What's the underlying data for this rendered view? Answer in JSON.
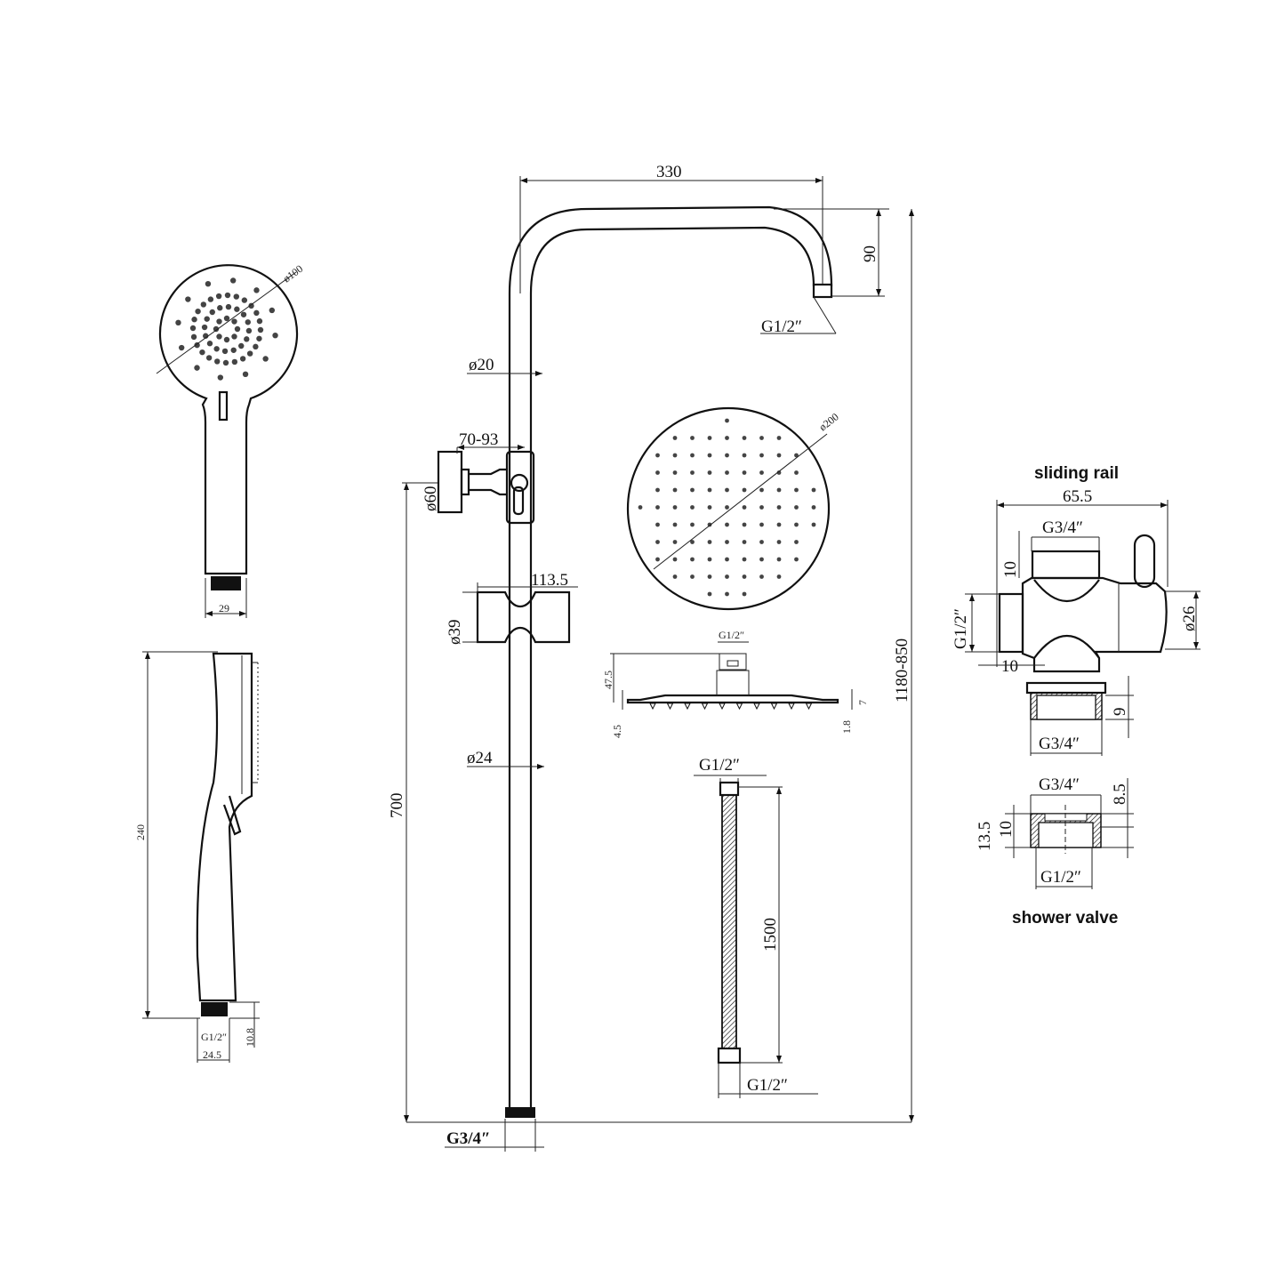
{
  "hand_shower_front": {
    "diameter": "ø100",
    "neck_width": "29"
  },
  "hand_shower_side": {
    "length": "240",
    "thread": "G1/2″",
    "thread_width": "24.5",
    "thread_height": "10.8"
  },
  "riser": {
    "arm_reach": "330",
    "arm_drop": "90",
    "arm_thread": "G1/2″",
    "pipe_diameter_top": "ø20",
    "bracket_offset": "70-93",
    "bracket_diameter": "ø60",
    "holder_width": "113.5",
    "holder_diameter": "ø39",
    "pipe_diameter_bottom": "ø24",
    "bracket_height": "700",
    "total_height": "1180-850",
    "inlet_thread": "G3/4″"
  },
  "rain_head": {
    "diameter": "ø200",
    "thread": "G1/2″",
    "height": "47.5",
    "edge": "4.5",
    "plate": "7",
    "nozzle": "1.8"
  },
  "hose": {
    "top_thread": "G1/2″",
    "length": "1500",
    "bottom_thread": "G1/2″"
  },
  "sliding_rail": {
    "title": "sliding rail",
    "width": "65.5",
    "top_thread": "G3/4″",
    "top_height": "10",
    "side_thread": "G1/2″",
    "side_length": "10",
    "diameter": "ø26",
    "nut_height": "9",
    "bottom_thread": "G3/4″"
  },
  "shower_valve": {
    "title": "shower valve",
    "top_thread": "G3/4″",
    "top_height": "8.5",
    "total_height": "13.5",
    "inner_height": "10",
    "bottom_thread": "G1/2″"
  }
}
